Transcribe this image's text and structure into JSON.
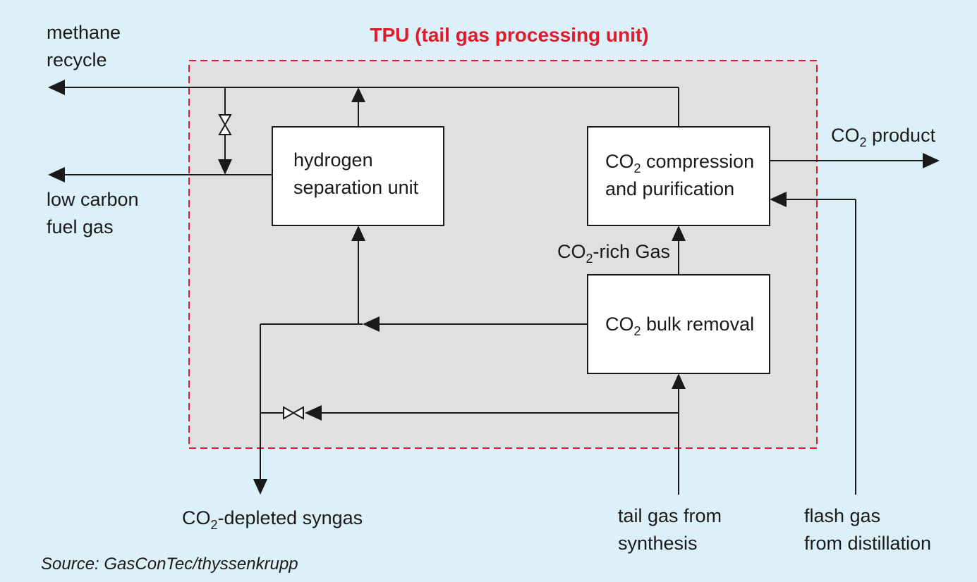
{
  "title": "TPU (tail gas processing unit)",
  "boxes": {
    "hydrogen_line1": "hydrogen",
    "hydrogen_line2": "separation unit",
    "co2comp_prefix": "CO",
    "co2comp_sub": "2",
    "co2comp_rest": " compression",
    "co2comp_line2": "and purification",
    "bulk_prefix": "CO",
    "bulk_sub": "2",
    "bulk_rest": " bulk removal"
  },
  "streams": {
    "methane_line1": "methane",
    "methane_line2": "recycle",
    "lowcarbon_line1": "low carbon",
    "lowcarbon_line2": "fuel gas",
    "co2product_prefix": "CO",
    "co2product_sub": "2",
    "co2product_rest": " product",
    "richgas_prefix": "CO",
    "richgas_sub": "2",
    "richgas_rest": "-rich Gas",
    "depleted_prefix": "CO",
    "depleted_sub": "2",
    "depleted_rest": "-depleted syngas",
    "tailgas_line1": "tail gas from",
    "tailgas_line2": "synthesis",
    "flash_line1": "flash gas",
    "flash_line2": "from distillation"
  },
  "source": "Source: GasConTec/thyssenkrupp",
  "colors": {
    "background": "#dcf0f9",
    "tpu_area": "#e0e0e0",
    "tpu_border": "#e01b2a",
    "title": "#e01b2a"
  }
}
